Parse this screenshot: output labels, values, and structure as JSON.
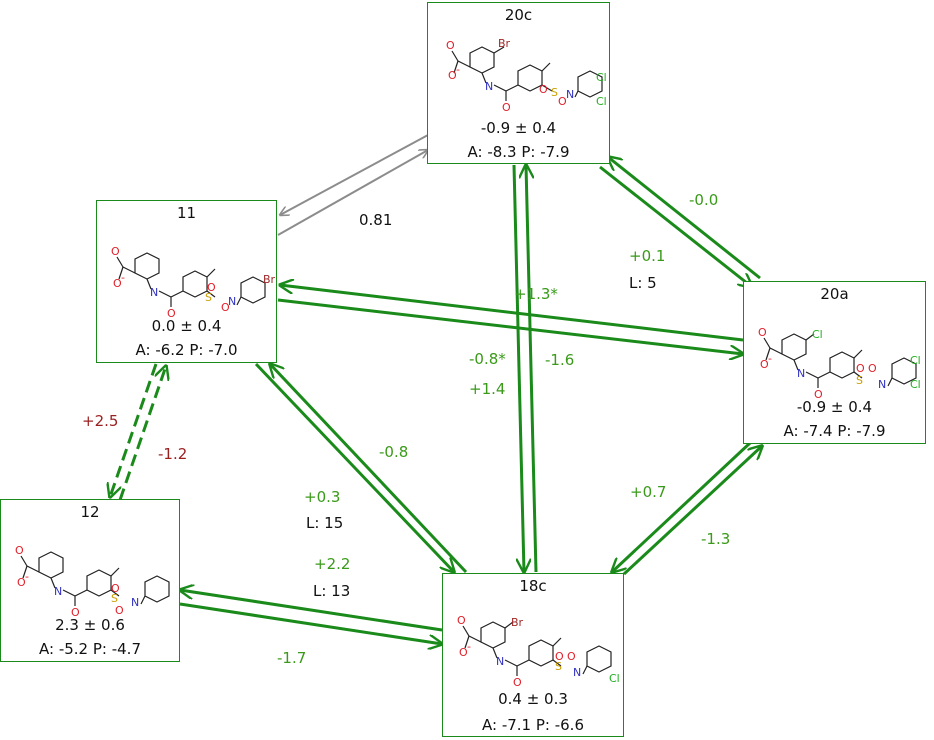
{
  "nodes": {
    "n20c": {
      "title": "20c",
      "value": "-0.9 ± 0.4",
      "ap": "A: -8.3  P: -7.9",
      "sub": "Br",
      "ring": [
        "Cl",
        "Cl"
      ]
    },
    "n11": {
      "title": "11",
      "value": "0.0 ± 0.4",
      "ap": "A: -6.2  P: -7.0",
      "sub": "",
      "ring": [
        "Br"
      ]
    },
    "n20a": {
      "title": "20a",
      "value": "-0.9 ± 0.4",
      "ap": "A: -7.4  P: -7.9",
      "sub": "Cl",
      "ring": [
        "Cl",
        "Cl"
      ]
    },
    "n12": {
      "title": "12",
      "value": "2.3 ± 0.6",
      "ap": "A: -5.2  P: -4.7",
      "sub": "",
      "ring": []
    },
    "n18c": {
      "title": "18c",
      "value": "0.4 ± 0.3",
      "ap": "A: -7.1  P: -6.6",
      "sub": "Br",
      "ring": [
        "Cl"
      ]
    }
  },
  "atoms": {
    "O": "O",
    "N": "N",
    "S": "S",
    "minus": "-"
  },
  "edges": {
    "e20c_11": "0.81",
    "e20c_20a_top": "-0.0",
    "e20c_20a_bot": "+0.1",
    "e20c_20a_L": "L: 5",
    "e20c_18c_a": "+1.3*",
    "e20c_18c_b": "-0.8*",
    "e20c_18c_c": "+1.4",
    "e11_20a": "-1.6",
    "e11_12_a": "+2.5",
    "e11_12_b": "-1.2",
    "e11_18c_a": "-0.8",
    "e11_18c_b": "+0.3",
    "e11_18c_L": "L: 15",
    "e12_18c_a": "+2.2",
    "e12_18c_L": "L: 13",
    "e12_18c_b": "-1.7",
    "e20a_18c_a": "+0.7",
    "e20a_18c_b": "-1.3"
  },
  "colors": {
    "green": "#1a8a1a",
    "gray": "#8c8c8c",
    "label_green": "#3a9a1a",
    "label_red": "#9a2020",
    "oxygen": "#e0202a",
    "nitrogen": "#3030c0",
    "sulfur": "#c8a000",
    "chlorine": "#20b020",
    "bromine": "#a02828"
  }
}
